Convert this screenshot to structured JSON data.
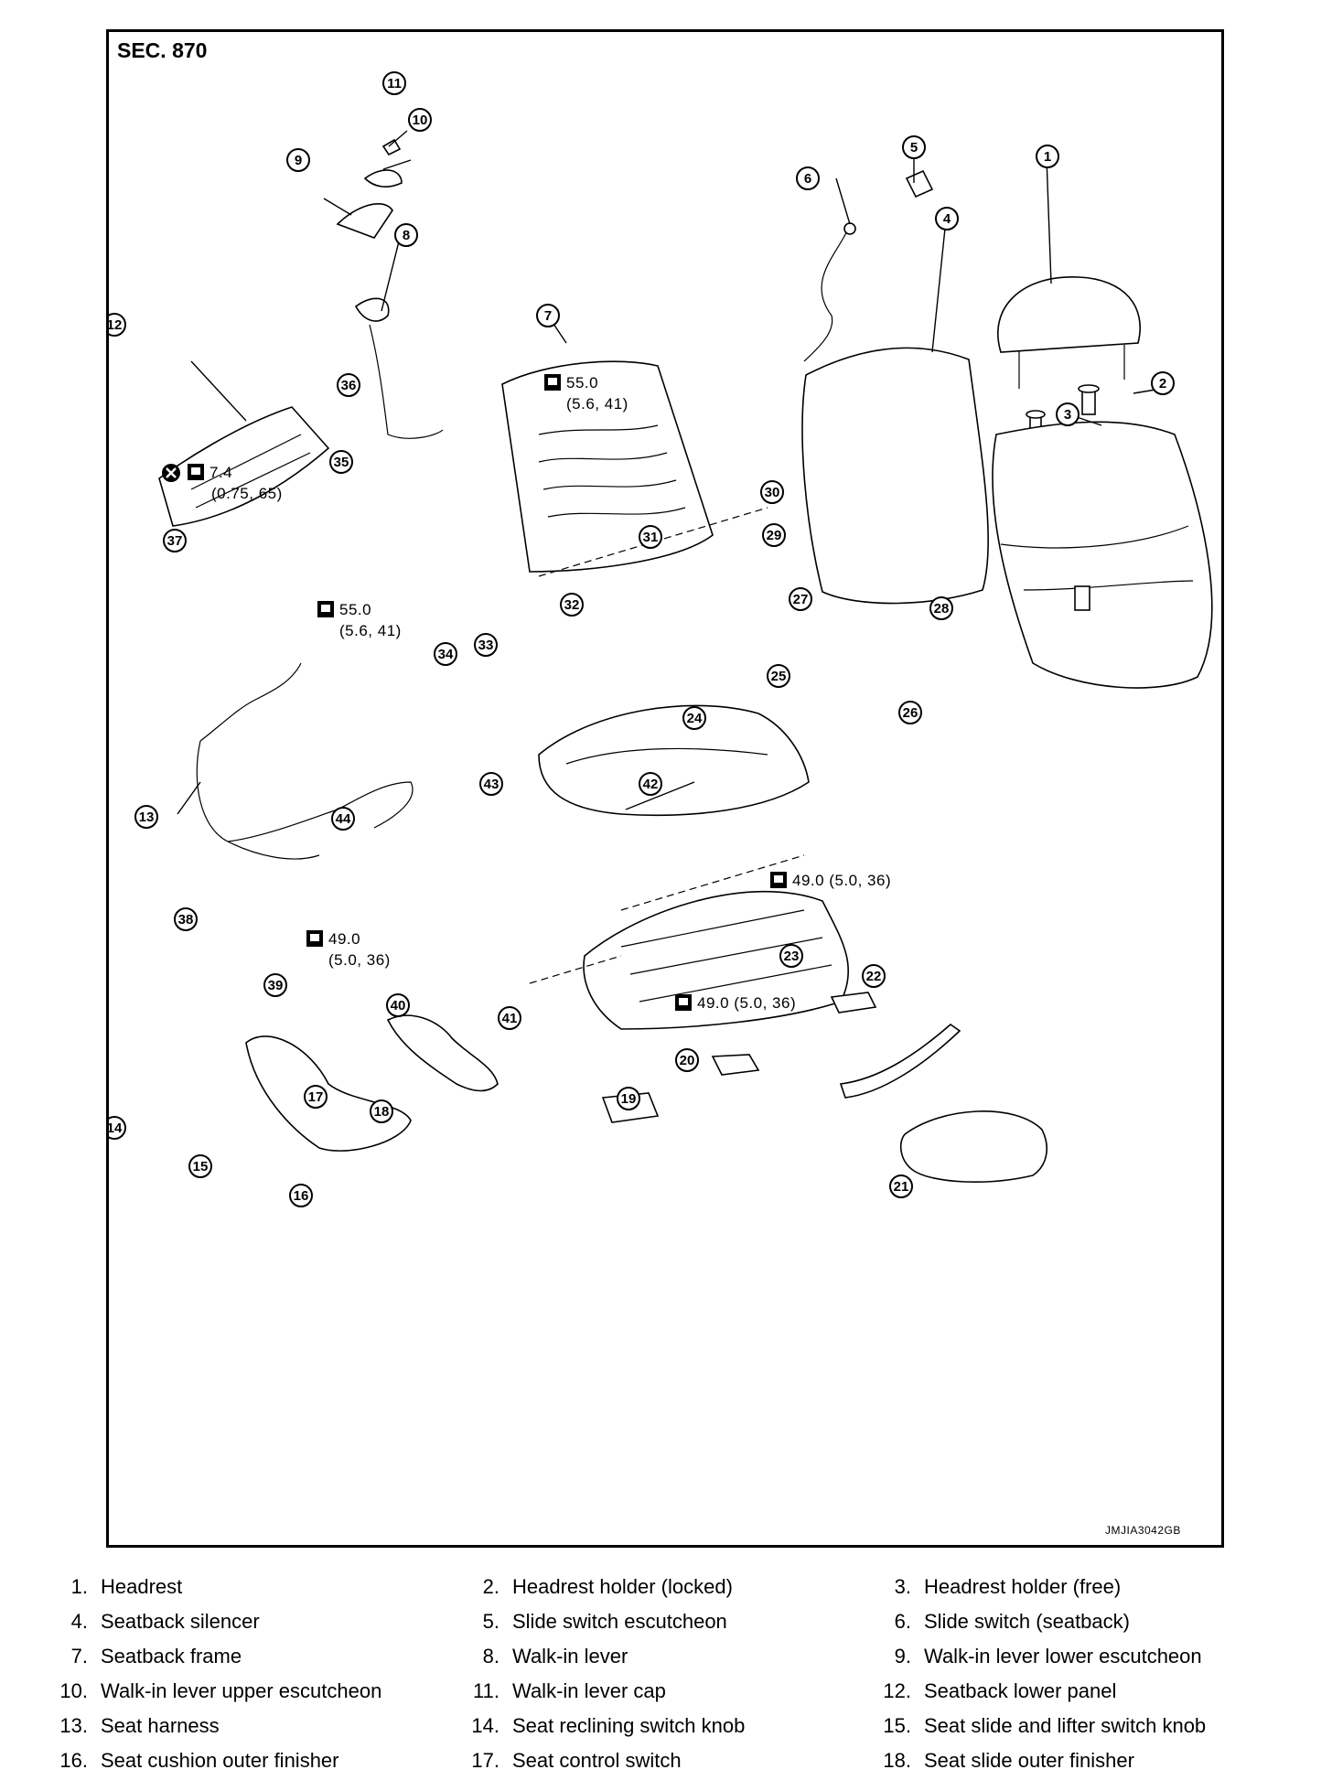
{
  "section_label": "SEC. 870",
  "image_code": "JMJIA3042GB",
  "callouts": [
    "1",
    "2",
    "3",
    "4",
    "5",
    "6",
    "7",
    "8",
    "9",
    "10",
    "11",
    "12",
    "13",
    "14",
    "15",
    "16",
    "17",
    "18",
    "19",
    "20",
    "21",
    "22",
    "23",
    "24",
    "25",
    "26",
    "27",
    "28",
    "29",
    "30",
    "31",
    "32",
    "33",
    "34",
    "35",
    "36",
    "37",
    "38",
    "39",
    "40",
    "41",
    "42",
    "43",
    "44"
  ],
  "torque_specs": [
    {
      "value": "55.0",
      "sub": "(5.6, 41)"
    },
    {
      "value": "7.4",
      "sub": "(0.75, 65)"
    },
    {
      "value": "55.0",
      "sub": "(5.6, 41)"
    },
    {
      "value": "49.0 (5.0, 36)"
    },
    {
      "value": "49.0",
      "sub": "(5.0, 36)"
    },
    {
      "value": "49.0 (5.0, 36)"
    }
  ],
  "legend": [
    {
      "num": "1.",
      "label": "Headrest"
    },
    {
      "num": "2.",
      "label": "Headrest holder (locked)"
    },
    {
      "num": "3.",
      "label": "Headrest holder (free)"
    },
    {
      "num": "4.",
      "label": "Seatback silencer"
    },
    {
      "num": "5.",
      "label": "Slide switch escutcheon"
    },
    {
      "num": "6.",
      "label": "Slide switch (seatback)"
    },
    {
      "num": "7.",
      "label": "Seatback frame"
    },
    {
      "num": "8.",
      "label": "Walk-in lever"
    },
    {
      "num": "9.",
      "label": "Walk-in lever lower escutcheon"
    },
    {
      "num": "10.",
      "label": "Walk-in lever upper escutcheon"
    },
    {
      "num": "11.",
      "label": "Walk-in lever cap"
    },
    {
      "num": "12.",
      "label": "Seatback lower panel"
    },
    {
      "num": "13.",
      "label": "Seat harness"
    },
    {
      "num": "14.",
      "label": "Seat reclining switch knob"
    },
    {
      "num": "15.",
      "label": "Seat slide and lifter switch knob"
    },
    {
      "num": "16.",
      "label": "Seat cushion outer finisher"
    },
    {
      "num": "17.",
      "label": "Seat control switch"
    },
    {
      "num": "18.",
      "label": "Seat slide outer finisher"
    }
  ]
}
